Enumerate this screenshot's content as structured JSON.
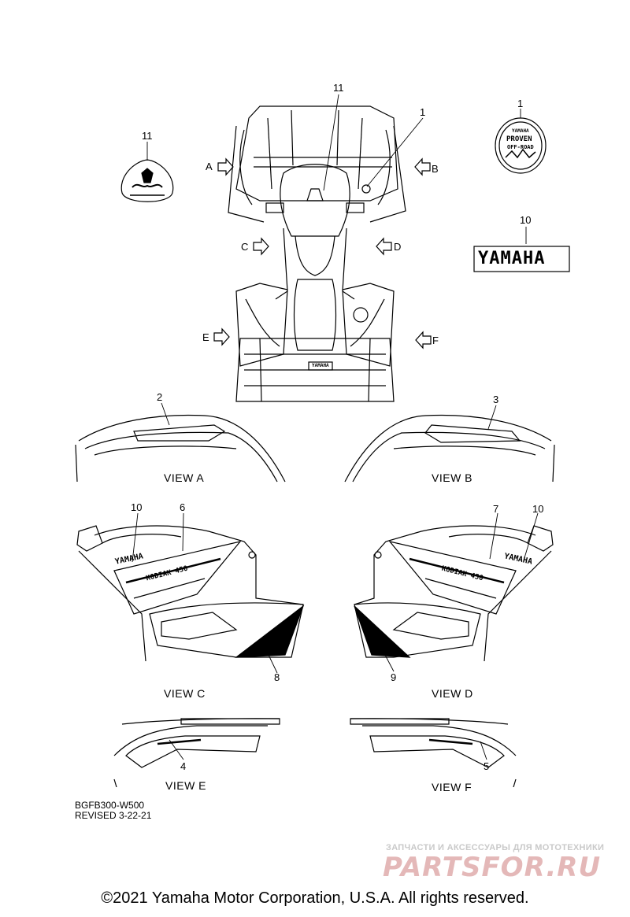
{
  "callouts": {
    "c11_top": "11",
    "c1_top": "1",
    "c11_left": "11",
    "c1_right": "1",
    "c10_right": "10",
    "c2": "2",
    "c3": "3",
    "c10_left": "10",
    "c6": "6",
    "c7": "7",
    "c10_viewd": "10",
    "c8": "8",
    "c9": "9",
    "c4": "4",
    "c5": "5"
  },
  "view_arrows": {
    "a": "A",
    "b": "B",
    "c": "C",
    "d": "D",
    "e": "E",
    "f": "F"
  },
  "views": {
    "view_a": "VIEW A",
    "view_b": "VIEW B",
    "view_c": "VIEW C",
    "view_d": "VIEW D",
    "view_e": "VIEW E",
    "view_f": "VIEW F"
  },
  "decals": {
    "yamaha_emblem": "YAMAHA",
    "proven_line1": "YAMAHA",
    "proven_line2": "PROVEN",
    "proven_line3": "OFF-ROAD",
    "yamaha_side_left": "YAMAHA",
    "yamaha_side_right": "YAMAHA",
    "yamaha_rack": "YAMAHA",
    "kodiak_left": "KODIAK 450",
    "kodiak_right": "KODIAK 450"
  },
  "drawing_info": {
    "part_code": "BGFB300-W500",
    "revised": "REVISED 3-22-21"
  },
  "watermark": {
    "tagline": "ЗАПЧАСТИ И АКСЕССУАРЫ ДЛЯ МОТОТЕХНИКИ",
    "logo": "PARTSFOR.RU"
  },
  "copyright": "©2021 Yamaha Motor Corporation, U.S.A. All rights reserved."
}
